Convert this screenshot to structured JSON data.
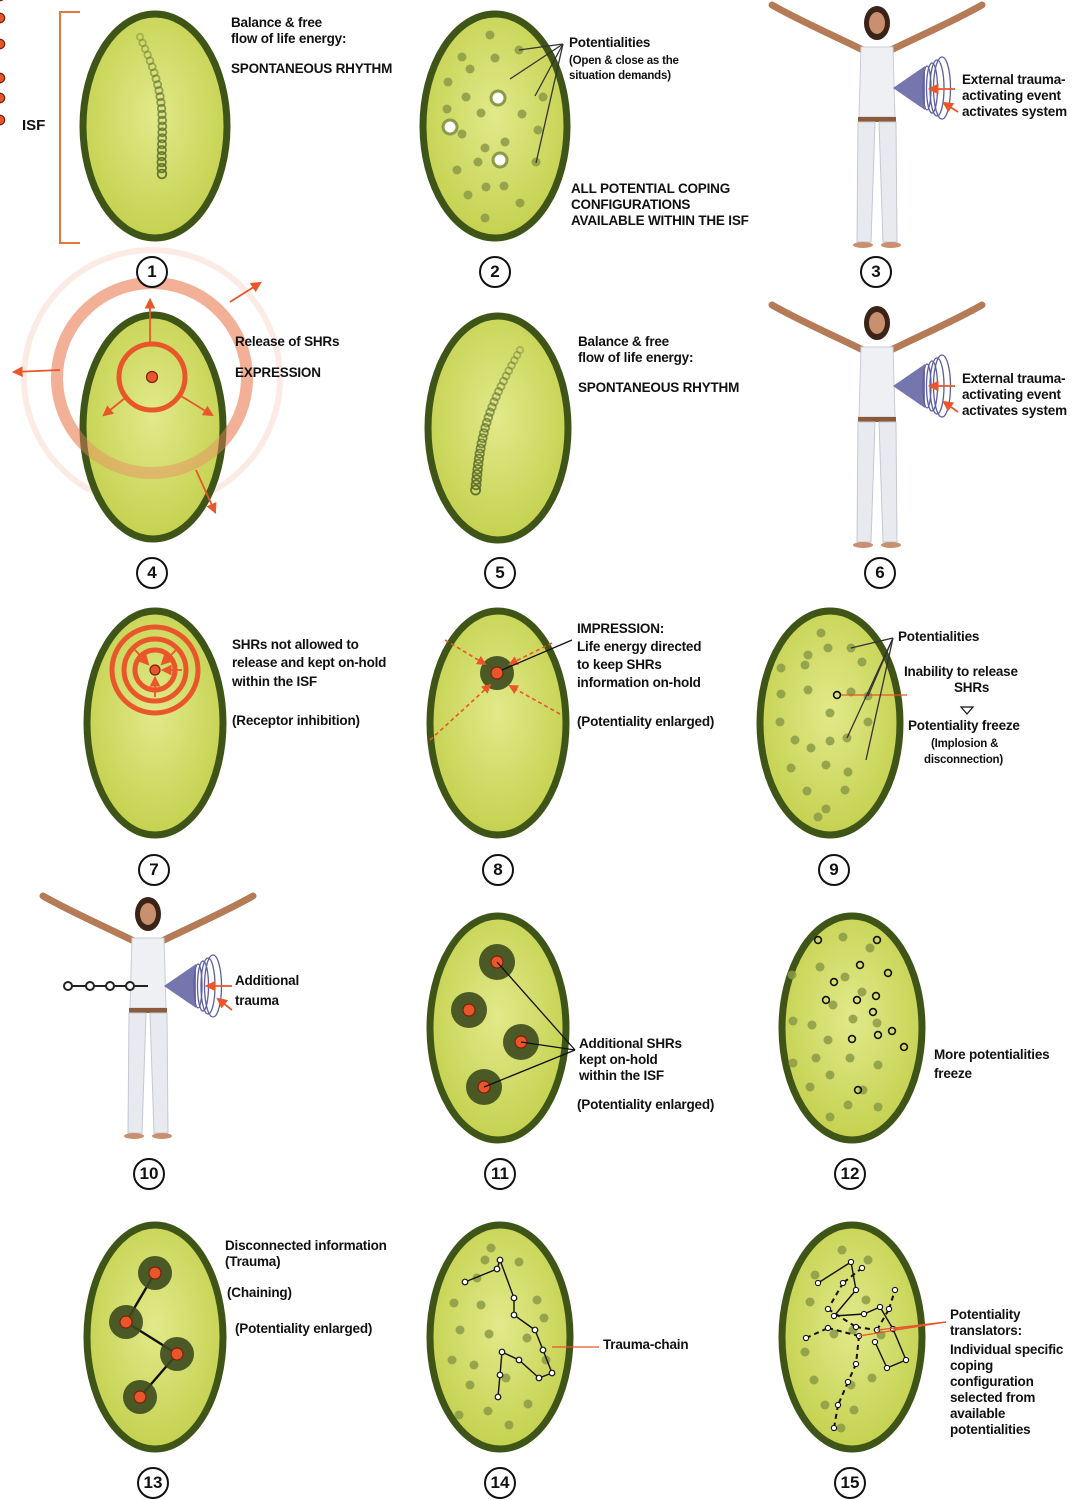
{
  "colors": {
    "ellipse_fill": "#c2cf4a",
    "ellipse_border": "#3f5518",
    "dot": "#8b9a47",
    "accent_orange": "#e8562a",
    "hold_dark": "#3c4a1e",
    "bracket": "#e0793a"
  },
  "bracket_label": "ISF",
  "panels": [
    {
      "number": "1",
      "texts": [
        "Balance & free",
        "flow of life energy:",
        "SPONTANEOUS RHYTHM"
      ]
    },
    {
      "number": "2",
      "texts": [
        "Potentialities",
        "(Open & close as the",
        "situation demands)",
        "ALL POTENTIAL COPING",
        "CONFIGURATIONS",
        "AVAILABLE WITHIN THE ISF"
      ]
    },
    {
      "number": "3",
      "texts": [
        "External trauma-",
        "activating event",
        "activates system"
      ]
    },
    {
      "number": "4",
      "texts": [
        "Release of SHRs",
        "EXPRESSION"
      ]
    },
    {
      "number": "5",
      "texts": [
        "Balance & free",
        "flow of life energy:",
        "SPONTANEOUS RHYTHM"
      ]
    },
    {
      "number": "6",
      "texts": [
        "External trauma-",
        "activating event",
        "activates system"
      ]
    },
    {
      "number": "7",
      "texts": [
        "SHRs not allowed to",
        "release and kept on-hold",
        "within the ISF",
        "(Receptor inhibition)"
      ]
    },
    {
      "number": "8",
      "texts": [
        "IMPRESSION:",
        "Life energy directed",
        "to keep SHRs",
        "information on-hold",
        "(Potentiality enlarged)"
      ]
    },
    {
      "number": "9",
      "texts": [
        "Potentialities",
        "Inability to release",
        "SHRs",
        "Potentiality freeze",
        "(Implosion &",
        "disconnection)"
      ]
    },
    {
      "number": "10",
      "texts": [
        "Additional",
        "trauma"
      ]
    },
    {
      "number": "11",
      "texts": [
        "Additional SHRs",
        "kept on-hold",
        "within the ISF",
        "(Potentiality enlarged)"
      ]
    },
    {
      "number": "12",
      "texts": [
        "More potentialities",
        "freeze"
      ]
    },
    {
      "number": "13",
      "texts": [
        "Disconnected information",
        "(Trauma)",
        "(Chaining)",
        "(Potentiality enlarged)"
      ]
    },
    {
      "number": "14",
      "texts": [
        "Trauma-chain"
      ]
    },
    {
      "number": "15",
      "texts": [
        "Potentiality",
        "translators:",
        "Individual specific",
        "coping",
        "configuration",
        "selected from",
        "available",
        "potentialities"
      ]
    }
  ]
}
